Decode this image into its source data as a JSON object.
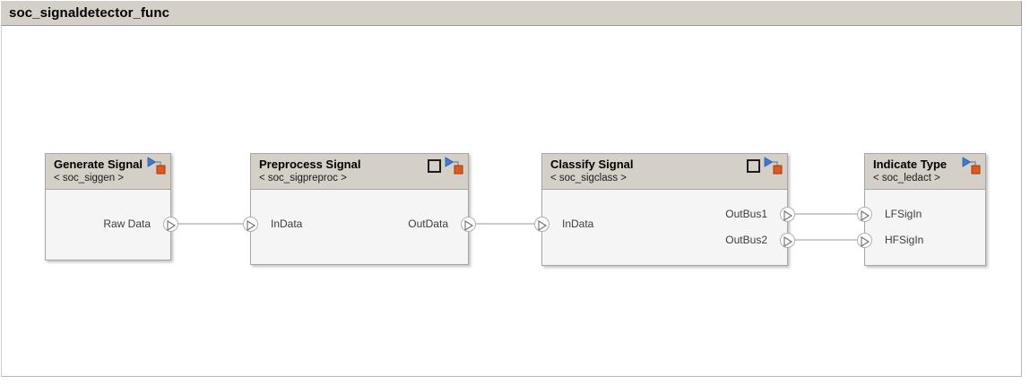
{
  "window": {
    "title": "soc_signaldetector_func"
  },
  "canvas": {
    "background_color": "#ffffff",
    "border_color": "#b8b8b8"
  },
  "colors": {
    "block_header": "#d4d0c8",
    "block_body": "#f5f5f5",
    "block_border": "#a6a6a6",
    "badge_arrow": "#3a7bd5",
    "badge_square": "#e2561f",
    "wire": "#9a9a9a",
    "port_fill": "#ffffff",
    "port_border": "#b0b0b0",
    "label_text": "#3c3c3c"
  },
  "blocks": [
    {
      "id": "generate-signal",
      "title": "Generate Signal",
      "subtitle": "< soc_siggen >",
      "badges": [
        "model-reference-badge"
      ],
      "inputs": [],
      "outputs": [
        {
          "label": "Raw Data"
        }
      ]
    },
    {
      "id": "preprocess-signal",
      "title": "Preprocess Signal",
      "subtitle": "< soc_sigpreproc >",
      "badges": [
        "square-badge",
        "model-reference-badge"
      ],
      "inputs": [
        {
          "label": "InData"
        }
      ],
      "outputs": [
        {
          "label": "OutData"
        }
      ]
    },
    {
      "id": "classify-signal",
      "title": "Classify Signal",
      "subtitle": "< soc_sigclass >",
      "badges": [
        "square-badge",
        "model-reference-badge"
      ],
      "inputs": [
        {
          "label": "InData"
        }
      ],
      "outputs": [
        {
          "label": "OutBus1"
        },
        {
          "label": "OutBus2"
        }
      ]
    },
    {
      "id": "indicate-type",
      "title": "Indicate Type",
      "subtitle": "< soc_ledact >",
      "badges": [
        "model-reference-badge"
      ],
      "inputs": [
        {
          "label": "LFSigIn"
        },
        {
          "label": "HFSigIn"
        }
      ],
      "outputs": []
    }
  ],
  "connections": [
    {
      "from": "generate-signal.Raw Data",
      "to": "preprocess-signal.InData"
    },
    {
      "from": "preprocess-signal.OutData",
      "to": "classify-signal.InData"
    },
    {
      "from": "classify-signal.OutBus1",
      "to": "indicate-type.LFSigIn"
    },
    {
      "from": "classify-signal.OutBus2",
      "to": "indicate-type.HFSigIn"
    }
  ]
}
